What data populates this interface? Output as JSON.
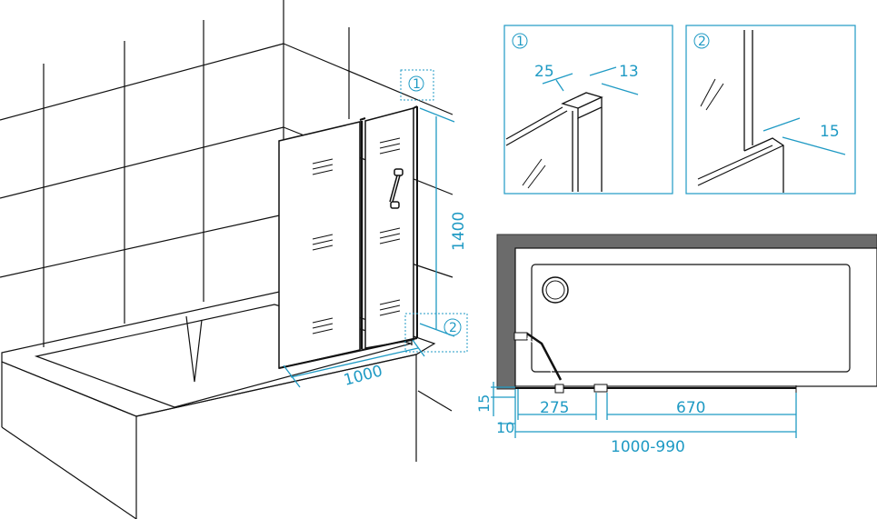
{
  "main_view": {
    "height_label": "1400",
    "width_label": "1000",
    "callout_1": "1",
    "callout_2": "2"
  },
  "detail_1": {
    "marker": "1",
    "dim_a": "25",
    "dim_b": "13"
  },
  "detail_2": {
    "marker": "2",
    "dim_a": "15"
  },
  "plan_view": {
    "dim_margin": "15",
    "dim_offset": "10",
    "dim_left": "275",
    "dim_right": "670",
    "dim_total": "1000-990"
  },
  "colors": {
    "dimension": "#1f9ac4",
    "line": "#111111",
    "wall": "#6b6b6b"
  }
}
